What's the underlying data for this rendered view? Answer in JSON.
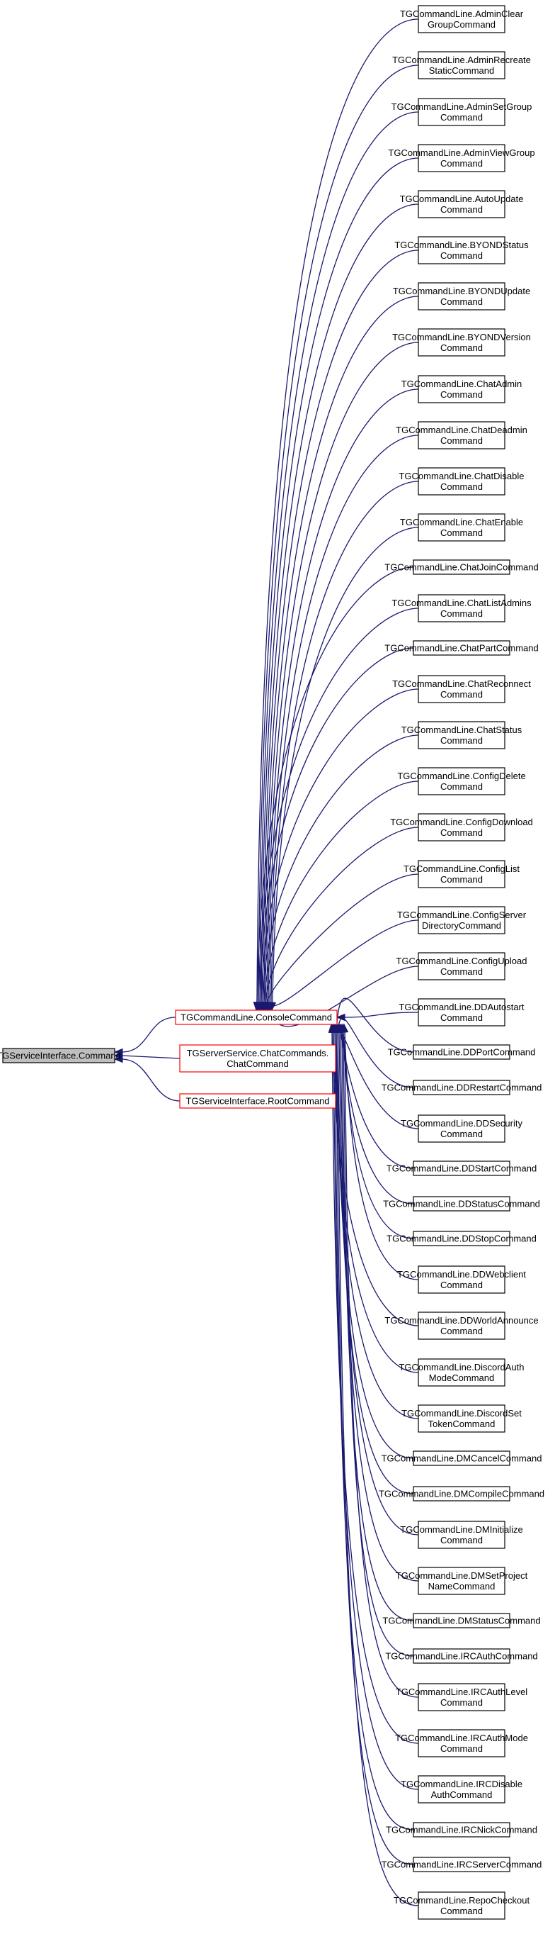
{
  "colors": {
    "edge": "#191970",
    "box_border": "#000000",
    "box_fill": "#ffffff",
    "red_border": "#ff0000",
    "root_fill": "#bfbfbf",
    "text": "#000000"
  },
  "root": {
    "lines": [
      "TGServiceInterface.Command"
    ]
  },
  "middle": [
    {
      "lines": [
        "TGCommandLine.ConsoleCommand"
      ]
    },
    {
      "lines": [
        "TGServerService.ChatCommands.",
        "ChatCommand"
      ]
    },
    {
      "lines": [
        "TGServiceInterface.RootCommand"
      ]
    }
  ],
  "leaves": [
    {
      "lines": [
        "TGCommandLine.AdminClear",
        "GroupCommand"
      ]
    },
    {
      "lines": [
        "TGCommandLine.AdminRecreate",
        "StaticCommand"
      ]
    },
    {
      "lines": [
        "TGCommandLine.AdminSetGroup",
        "Command"
      ]
    },
    {
      "lines": [
        "TGCommandLine.AdminViewGroup",
        "Command"
      ]
    },
    {
      "lines": [
        "TGCommandLine.AutoUpdate",
        "Command"
      ]
    },
    {
      "lines": [
        "TGCommandLine.BYONDStatus",
        "Command"
      ]
    },
    {
      "lines": [
        "TGCommandLine.BYONDUpdate",
        "Command"
      ]
    },
    {
      "lines": [
        "TGCommandLine.BYONDVersion",
        "Command"
      ]
    },
    {
      "lines": [
        "TGCommandLine.ChatAdmin",
        "Command"
      ]
    },
    {
      "lines": [
        "TGCommandLine.ChatDeadmin",
        "Command"
      ]
    },
    {
      "lines": [
        "TGCommandLine.ChatDisable",
        "Command"
      ]
    },
    {
      "lines": [
        "TGCommandLine.ChatEnable",
        "Command"
      ]
    },
    {
      "lines": [
        "TGCommandLine.ChatJoinCommand"
      ]
    },
    {
      "lines": [
        "TGCommandLine.ChatListAdmins",
        "Command"
      ]
    },
    {
      "lines": [
        "TGCommandLine.ChatPartCommand"
      ]
    },
    {
      "lines": [
        "TGCommandLine.ChatReconnect",
        "Command"
      ]
    },
    {
      "lines": [
        "TGCommandLine.ChatStatus",
        "Command"
      ]
    },
    {
      "lines": [
        "TGCommandLine.ConfigDelete",
        "Command"
      ]
    },
    {
      "lines": [
        "TGCommandLine.ConfigDownload",
        "Command"
      ]
    },
    {
      "lines": [
        "TGCommandLine.ConfigList",
        "Command"
      ]
    },
    {
      "lines": [
        "TGCommandLine.ConfigServer",
        "DirectoryCommand"
      ]
    },
    {
      "lines": [
        "TGCommandLine.ConfigUpload",
        "Command"
      ]
    },
    {
      "lines": [
        "TGCommandLine.DDAutostart",
        "Command"
      ]
    },
    {
      "lines": [
        "TGCommandLine.DDPortCommand"
      ]
    },
    {
      "lines": [
        "TGCommandLine.DDRestartCommand"
      ]
    },
    {
      "lines": [
        "TGCommandLine.DDSecurity",
        "Command"
      ]
    },
    {
      "lines": [
        "TGCommandLine.DDStartCommand"
      ]
    },
    {
      "lines": [
        "TGCommandLine.DDStatusCommand"
      ]
    },
    {
      "lines": [
        "TGCommandLine.DDStopCommand"
      ]
    },
    {
      "lines": [
        "TGCommandLine.DDWebclient",
        "Command"
      ]
    },
    {
      "lines": [
        "TGCommandLine.DDWorldAnnounce",
        "Command"
      ]
    },
    {
      "lines": [
        "TGCommandLine.DiscordAuth",
        "ModeCommand"
      ]
    },
    {
      "lines": [
        "TGCommandLine.DiscordSet",
        "TokenCommand"
      ]
    },
    {
      "lines": [
        "TGCommandLine.DMCancelCommand"
      ]
    },
    {
      "lines": [
        "TGCommandLine.DMCompileCommand"
      ]
    },
    {
      "lines": [
        "TGCommandLine.DMInitialize",
        "Command"
      ]
    },
    {
      "lines": [
        "TGCommandLine.DMSetProject",
        "NameCommand"
      ]
    },
    {
      "lines": [
        "TGCommandLine.DMStatusCommand"
      ]
    },
    {
      "lines": [
        "TGCommandLine.IRCAuthCommand"
      ]
    },
    {
      "lines": [
        "TGCommandLine.IRCAuthLevel",
        "Command"
      ]
    },
    {
      "lines": [
        "TGCommandLine.IRCAuthMode",
        "Command"
      ]
    },
    {
      "lines": [
        "TGCommandLine.IRCDisable",
        "AuthCommand"
      ]
    },
    {
      "lines": [
        "TGCommandLine.IRCNickCommand"
      ]
    },
    {
      "lines": [
        "TGCommandLine.IRCServerCommand"
      ]
    },
    {
      "lines": [
        "TGCommandLine.RepoCheckout",
        "Command"
      ]
    }
  ]
}
